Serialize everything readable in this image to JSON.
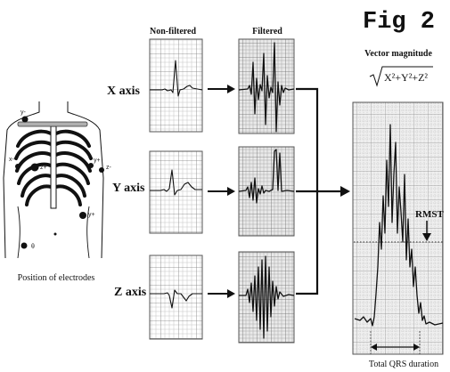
{
  "figure": {
    "label": "Fig 2"
  },
  "columns": {
    "non_filtered": "Non-filtered",
    "filtered": "Filtered"
  },
  "axes": {
    "x": "X axis",
    "y": "Y axis",
    "z": "Z axis"
  },
  "electrodes": {
    "caption": "Position of electrodes",
    "labels": {
      "y_minus": "y-",
      "x_minus": "x-",
      "z_plus": "z+",
      "y_plus_upper": "y+",
      "z_minus": "z-",
      "y_plus_lower": "y+",
      "theta": "θ"
    }
  },
  "vector_magnitude": {
    "title": "Vector magnitude",
    "formula": "X²+Y²+Z²",
    "rmst_label": "RMST",
    "duration_label": "Total QRS duration"
  },
  "colors": {
    "ink": "#111111",
    "grid_minor": "#c4c4c4",
    "grid_major": "#7c7c7c"
  }
}
